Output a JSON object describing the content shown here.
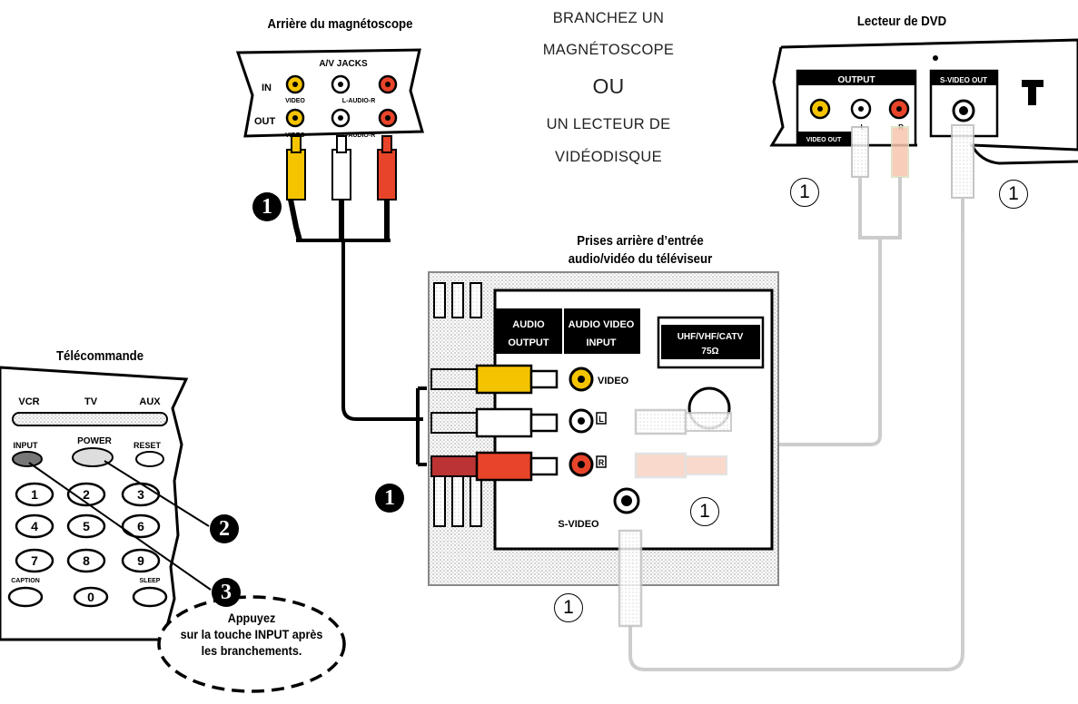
{
  "labels": {
    "vcr_back": "Arrière du magnétoscope",
    "dvd": "Lecteur de DVD",
    "tv_jacks_1": "Prises arrière d’entrée",
    "tv_jacks_2": "audio/vidéo du téléviseur",
    "remote": "Télécommande"
  },
  "center_title": {
    "line1": "BRANCHEZ UN",
    "line2": "MAGNÉTOSCOPE",
    "line3": "OU",
    "line4": "UN LECTEUR DE",
    "line5": "VIDÉODISQUE"
  },
  "callouts": {
    "one_filled": "❶",
    "two_filled": "❷",
    "three_filled": "❸",
    "one_circled": "1"
  },
  "vcr_panel": {
    "header": "A/V JACKS",
    "in": "IN",
    "out": "OUT",
    "video": "VIDEO",
    "audio": "L-AUDIO-R"
  },
  "dvd_panel": {
    "output": "OUTPUT",
    "svideo_out": "S-VIDEO OUT",
    "video_out": "VIDEO OUT",
    "l": "L",
    "r": "R"
  },
  "tv_panel": {
    "audio_output_1": "AUDIO",
    "audio_output_2": "OUTPUT",
    "av_input_1": "AUDIO VIDEO",
    "av_input_2": "INPUT",
    "uhf_1": "UHF/VHF/CATV",
    "uhf_2": "75Ω",
    "video": "VIDEO",
    "l": "L",
    "r": "R",
    "svideo": "S-VIDEO"
  },
  "remote": {
    "vcr": "VCR",
    "tv": "TV",
    "aux": "AUX",
    "input": "INPUT",
    "power": "POWER",
    "reset": "RESET",
    "keys": [
      "1",
      "2",
      "3",
      "4",
      "5",
      "6",
      "7",
      "8",
      "9"
    ],
    "zero": "0",
    "caption": "CAPTION",
    "sleep": "SLEEP"
  },
  "note": {
    "line1": "Appuyez",
    "line2": "sur la touche INPUT après",
    "line3": "les branchements."
  }
}
